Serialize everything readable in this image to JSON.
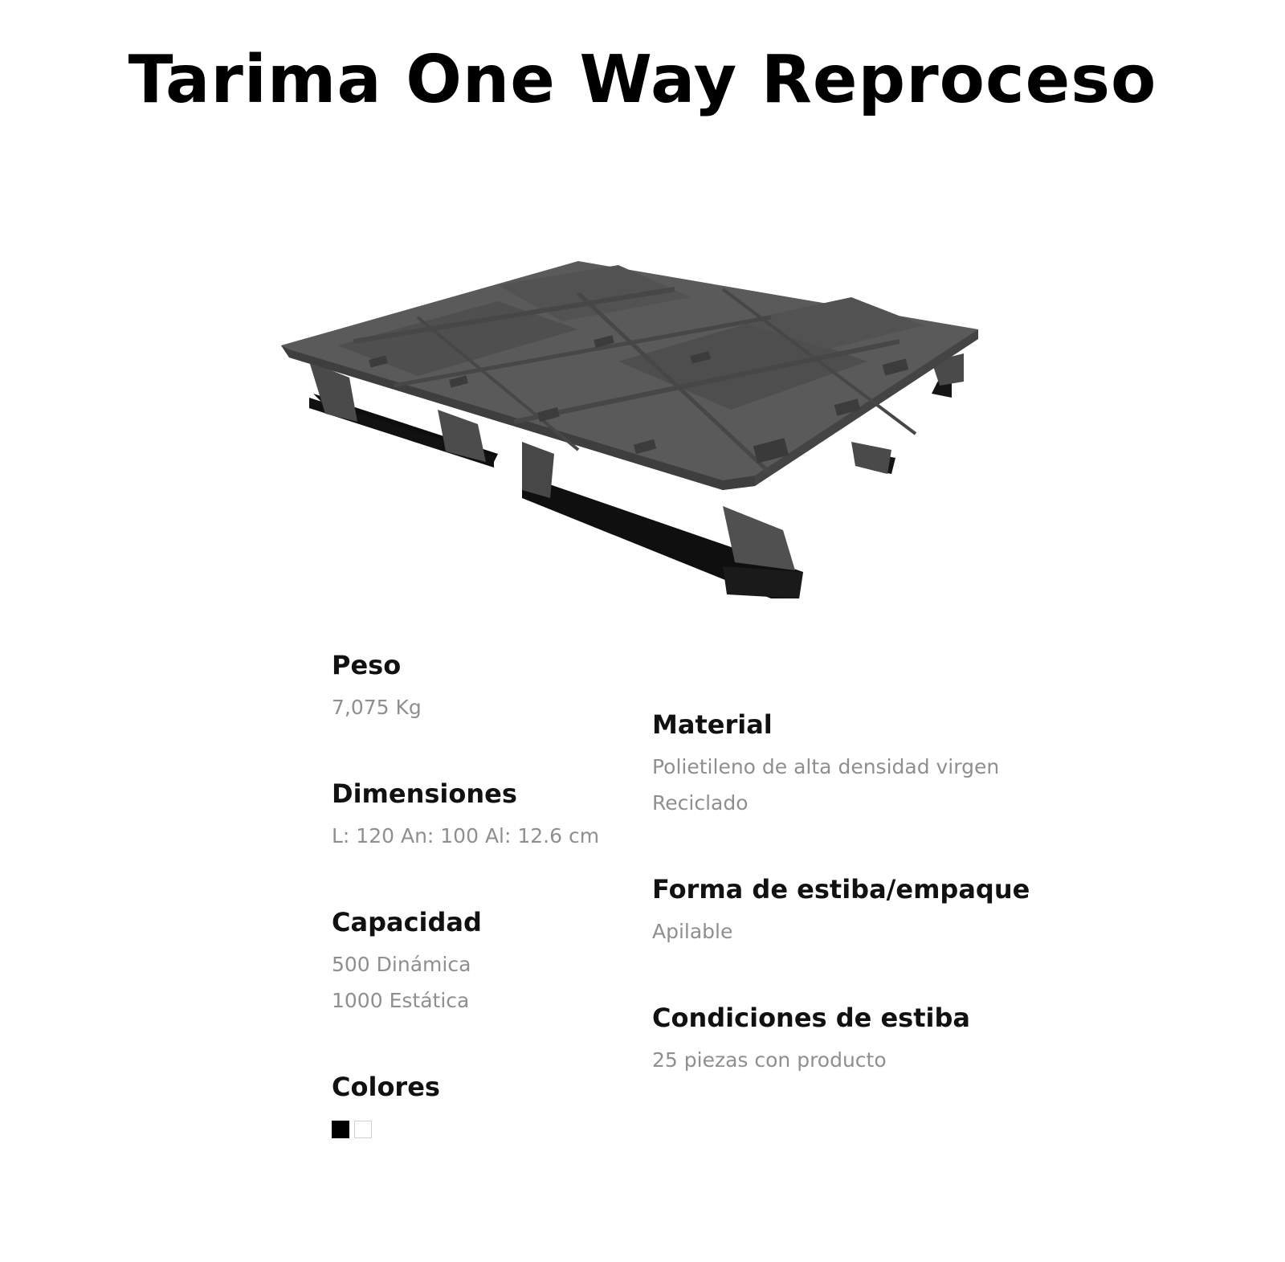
{
  "title": "Tarima One Way Reproceso",
  "product": {
    "image_icon": "pallet-image"
  },
  "specs": {
    "peso": {
      "label": "Peso",
      "value": "7,075 Kg"
    },
    "dimensiones": {
      "label": "Dimensiones",
      "value": "L: 120 An: 100 Al: 12.6 cm"
    },
    "capacidad": {
      "label": "Capacidad",
      "values": [
        "500 Dinámica",
        "1000 Estática"
      ]
    },
    "colores": {
      "label": "Colores",
      "swatches": [
        "#000000",
        "#ffffff"
      ]
    },
    "material": {
      "label": "Material",
      "values": [
        "Polietileno de alta densidad virgen",
        "Reciclado"
      ]
    },
    "forma": {
      "label": "Forma de estiba/empaque",
      "value": "Apilable"
    },
    "condiciones": {
      "label": "Condiciones de estiba",
      "value": "25 piezas con producto"
    }
  }
}
